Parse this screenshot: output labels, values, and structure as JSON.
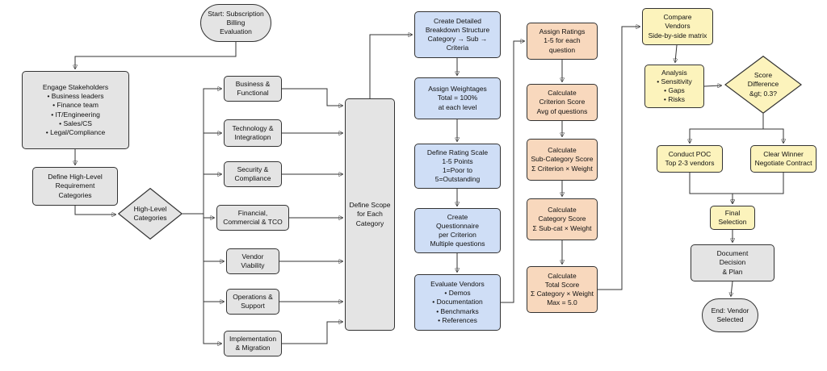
{
  "title": "Subscription Billing Evaluation Flowchart",
  "colors": {
    "gray": "#e4e4e4",
    "blue": "#cfdef6",
    "orange": "#f8d8bd",
    "yellow": "#fcf3bc",
    "stroke": "#333333"
  },
  "nodes": {
    "start": {
      "label": "Start: Subscription\nBilling\nEvaluation"
    },
    "engage": {
      "label": "Engage Stakeholders\n• Business leaders\n• Finance team\n• IT/Engineering\n• Sales/CS\n• Legal/Compliance"
    },
    "define_categories": {
      "label": "Define High-Level\nRequirement\nCategories"
    },
    "hl_decision": {
      "label": "High-Level\nCategories"
    },
    "cat_business": {
      "label": "Business &\nFunctional"
    },
    "cat_technology": {
      "label": "Technology &\nIntegratiopn"
    },
    "cat_security": {
      "label": "Security &\nCompliance"
    },
    "cat_financial": {
      "label": "Financial,\nCommercial & TCO"
    },
    "cat_vendor": {
      "label": "Vendor\nViability"
    },
    "cat_operations": {
      "label": "Operations &\nSupport"
    },
    "cat_implementation": {
      "label": "Implementation\n& Migration"
    },
    "scope": {
      "label": "Define Scope\nfor Each\nCategory"
    },
    "breakdown": {
      "label": "Create Detailed\nBreakdown Structure\nCategory → Sub →\nCriteria"
    },
    "weightages": {
      "label": "Assign Weightages\nTotal = 100%\nat each level"
    },
    "rating_scale": {
      "label": "Define Rating Scale\n1-5 Points\n1=Poor to\n5=Outstanding"
    },
    "questionnaire": {
      "label": "Create\nQuestionnaire\nper Criterion\nMultiple questions"
    },
    "evaluate": {
      "label": "Evaluate Vendors\n• Demos\n• Documentation\n• Benchmarks\n• References"
    },
    "ratings": {
      "label": "Assign Ratings\n1-5 for each\nquestion"
    },
    "criterion_score": {
      "label": "Calculate\nCriterion Score\nAvg of questions"
    },
    "subcategory_score": {
      "label": "Calculate\nSub-Category Score\nΣ Criterion × Weight"
    },
    "category_score": {
      "label": "Calculate\nCategory Score\nΣ Sub-cat × Weight"
    },
    "total_score": {
      "label": "Calculate\nTotal Score\nΣ Category × Weight\nMax = 5.0"
    },
    "compare": {
      "label": "Compare\nVendors\nSide-by-side matrix"
    },
    "analysis": {
      "label": "Analysis\n• Sensitivity\n• Gaps\n• Risks"
    },
    "score_decision": {
      "label": "Score\nDifference\n&gt; 0.3?"
    },
    "poc": {
      "label": "Conduct POC\nTop 2-3 vendors"
    },
    "clear_winner": {
      "label": "Clear Winner\nNegotiate Contract"
    },
    "final_selection": {
      "label": "Final\nSelection"
    },
    "document_decision": {
      "label": "Document\nDecision\n& Plan"
    },
    "end": {
      "label": "End: Vendor\nSelected"
    }
  },
  "edges": [
    {
      "from": "start",
      "to": "engage"
    },
    {
      "from": "engage",
      "to": "define_categories"
    },
    {
      "from": "define_categories",
      "to": "hl_decision"
    },
    {
      "from": "hl_decision",
      "to": "cat_business"
    },
    {
      "from": "hl_decision",
      "to": "cat_technology"
    },
    {
      "from": "hl_decision",
      "to": "cat_security"
    },
    {
      "from": "hl_decision",
      "to": "cat_financial"
    },
    {
      "from": "hl_decision",
      "to": "cat_vendor"
    },
    {
      "from": "hl_decision",
      "to": "cat_operations"
    },
    {
      "from": "hl_decision",
      "to": "cat_implementation"
    },
    {
      "from": "cat_business",
      "to": "scope"
    },
    {
      "from": "cat_technology",
      "to": "scope"
    },
    {
      "from": "cat_security",
      "to": "scope"
    },
    {
      "from": "cat_financial",
      "to": "scope"
    },
    {
      "from": "cat_vendor",
      "to": "scope"
    },
    {
      "from": "cat_operations",
      "to": "scope"
    },
    {
      "from": "cat_implementation",
      "to": "scope"
    },
    {
      "from": "scope",
      "to": "breakdown"
    },
    {
      "from": "breakdown",
      "to": "weightages"
    },
    {
      "from": "weightages",
      "to": "rating_scale"
    },
    {
      "from": "rating_scale",
      "to": "questionnaire"
    },
    {
      "from": "questionnaire",
      "to": "evaluate"
    },
    {
      "from": "evaluate",
      "to": "ratings"
    },
    {
      "from": "ratings",
      "to": "criterion_score"
    },
    {
      "from": "criterion_score",
      "to": "subcategory_score"
    },
    {
      "from": "subcategory_score",
      "to": "category_score"
    },
    {
      "from": "category_score",
      "to": "total_score"
    },
    {
      "from": "total_score",
      "to": "compare"
    },
    {
      "from": "compare",
      "to": "analysis"
    },
    {
      "from": "analysis",
      "to": "score_decision"
    },
    {
      "from": "score_decision",
      "to": "poc"
    },
    {
      "from": "score_decision",
      "to": "clear_winner"
    },
    {
      "from": "poc",
      "to": "final_selection"
    },
    {
      "from": "clear_winner",
      "to": "final_selection"
    },
    {
      "from": "final_selection",
      "to": "document_decision"
    },
    {
      "from": "document_decision",
      "to": "end"
    }
  ]
}
